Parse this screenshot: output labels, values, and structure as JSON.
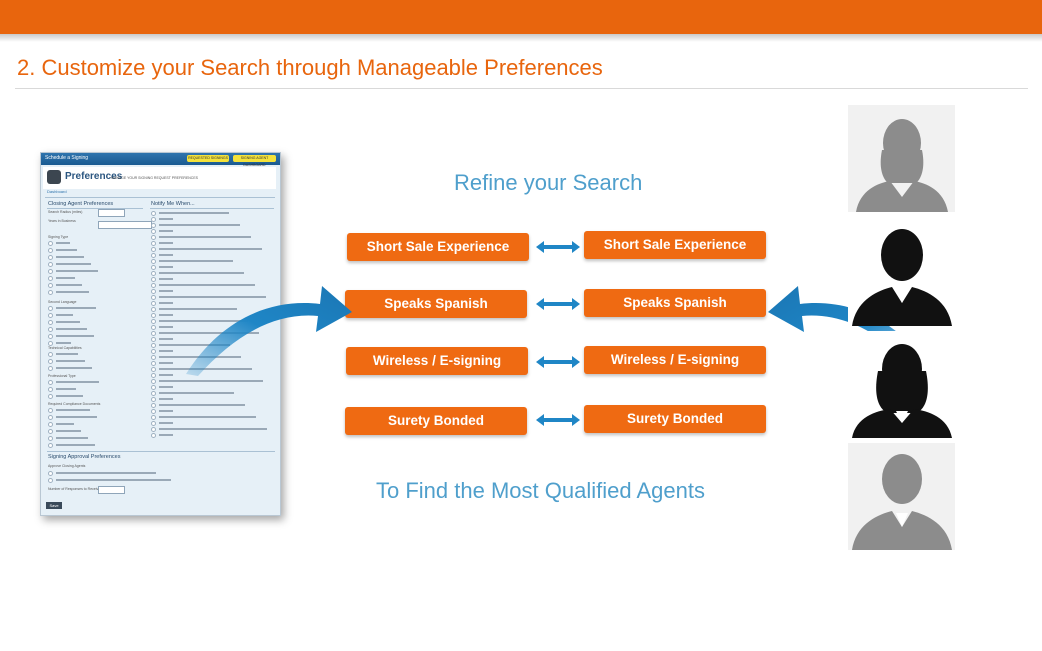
{
  "page": {
    "title": "2. Customize your Search through Manageable Preferences",
    "refine": "Refine your Search",
    "find": "To Find the Most Qualified Agents"
  },
  "colors": {
    "brand_orange": "#e8650d",
    "pill_orange": "#ef6a12",
    "accent_blue": "#4f9fcc",
    "arrow_blue": "#1f86c6"
  },
  "left_pills": [
    "Short Sale Experience",
    "Speaks Spanish",
    "Wireless / E-signing",
    "Surety Bonded"
  ],
  "right_pills": [
    "Short Sale Experience",
    "Speaks Spanish",
    "Wireless / E-signing",
    "Surety Bonded"
  ],
  "icons": {
    "double_arrow": "double-headed-arrow-icon",
    "curved_arrow": "curved-arrow-icon",
    "avatar": "person-silhouette-icon"
  },
  "avatars": [
    {
      "variant": "female",
      "tone": "gray"
    },
    {
      "variant": "male",
      "tone": "black"
    },
    {
      "variant": "female",
      "tone": "black"
    },
    {
      "variant": "male",
      "tone": "gray"
    }
  ],
  "screenshot": {
    "app_title": "Schedule a Signing",
    "header_btn_1": "REQUESTED SIGNINGS",
    "header_btn_2": "SIGNING AGENT DASHBOARD",
    "heading": "Preferences",
    "subheading": "MANAGE YOUR SIGNING REQUEST PREFERENCES",
    "tab": "Dashboard",
    "section_closing": "Closing Agent Preferences",
    "section_notify": "Notify Me When...",
    "search_radius_label": "Search Radius (miles)",
    "years_label": "Years in Business",
    "signing_type": "Signing Type",
    "second_language": "Second Language",
    "technical": "Technical Capabilities",
    "professional": "Professional Type",
    "compliance": "Required Compliance Documents",
    "approval": "Signing Approval Preferences",
    "approve_agents": "Approve Closing Agents",
    "responses_label": "Number of Responses to Receive",
    "save": "Save"
  }
}
